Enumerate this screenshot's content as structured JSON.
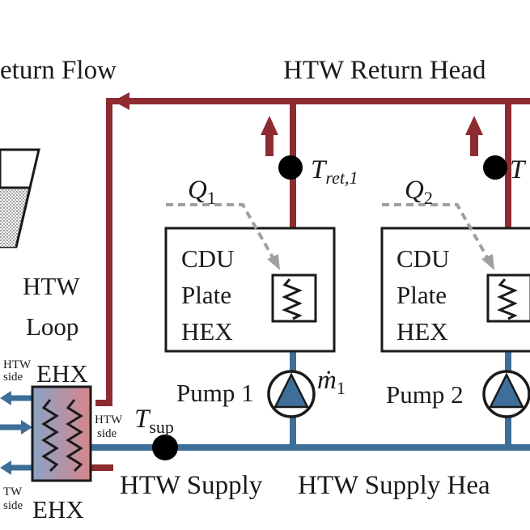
{
  "colors": {
    "return_pipe": "#8e2b30",
    "supply_pipe": "#3d6f99",
    "box_border": "#1a1a1a",
    "heat_arrow": "#a0a0a0",
    "sensor": "#000000",
    "pump_triangle": "#3d6f99",
    "ehx_gradient_start": "#8aa3c6",
    "ehx_gradient_end": "#d7868b",
    "tank_hatch": "#666666"
  },
  "icons": {
    "pump": "pump-circle-triangle-icon",
    "plate_hex": "zigzag-heat-exchanger-icon",
    "sensor": "filled-circle-sensor-icon",
    "flow_arrow": "up-arrow-icon"
  },
  "labels": {
    "return_flow": "eturn Flow",
    "return_header": "HTW Return Head",
    "htw_loop_line1": "HTW",
    "htw_loop_line2": "Loop",
    "ehx_top": "EHX",
    "ehx_bottom": "EHX",
    "htw_side_top_line1": "HTW",
    "htw_side_top_line2": "side",
    "htw_side_mid_line1": "HTW",
    "htw_side_mid_line2": "side",
    "htw_side_bot_line1": "TW",
    "htw_side_bot_line2": "side",
    "supply_left": "HTW Supply",
    "supply_header": "HTW Supply Hea",
    "cdu1": [
      "CDU",
      "Plate",
      "HEX"
    ],
    "cdu2": [
      "CDU",
      "Plate",
      "HEX"
    ],
    "pump1": "Pump 1",
    "pump2": "Pump 2",
    "q1_base": "Q",
    "q1_sub": "1",
    "q2_base": "Q",
    "q2_sub": "2",
    "m1_base": "ṁ",
    "m1_sub": "1",
    "tret1_base": "T",
    "tret1_sub": "ret,1",
    "tret2_base": "T",
    "tsup_base": "T",
    "tsup_sub": "sup"
  }
}
